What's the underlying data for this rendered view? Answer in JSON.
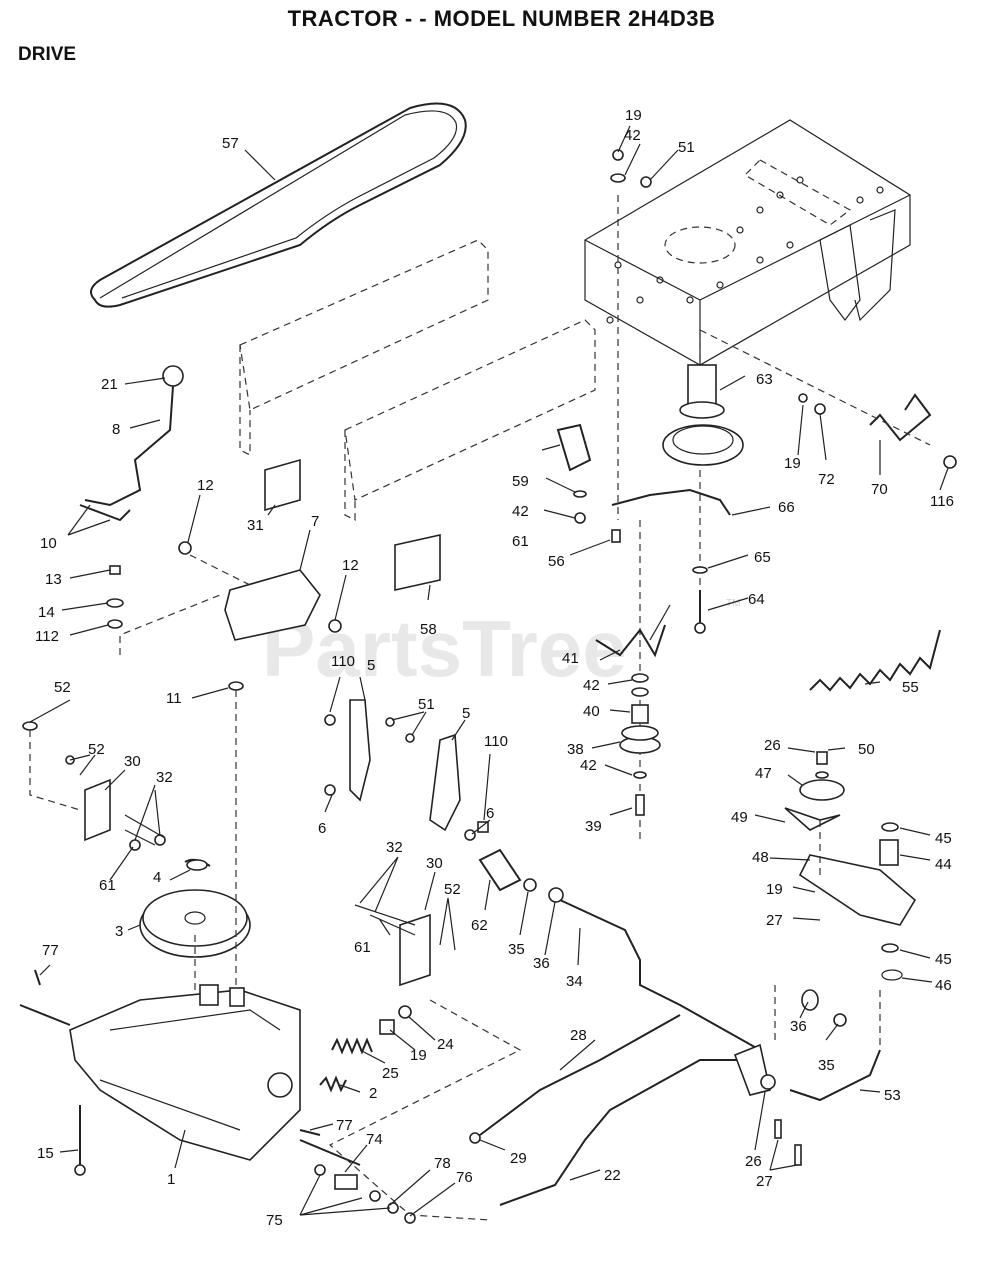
{
  "header": {
    "title": "TRACTOR - - MODEL NUMBER 2H4D3B",
    "section": "DRIVE"
  },
  "watermark": {
    "brand": "PartsTree",
    "trademark": "TM"
  },
  "callouts": {
    "c1": "1",
    "c2": "2",
    "c3": "3",
    "c4": "4",
    "c5a": "5",
    "c5b": "5",
    "c6a": "6",
    "c6b": "6",
    "c7": "7",
    "c8": "8",
    "c10": "10",
    "c11": "11",
    "c12a": "12",
    "c12b": "12",
    "c13": "13",
    "c14": "14",
    "c15": "15",
    "c19a": "19",
    "c19b": "19",
    "c19c": "19",
    "c19d": "19",
    "c21": "21",
    "c22": "22",
    "c24": "24",
    "c25": "25",
    "c26a": "26",
    "c26b": "26",
    "c27a": "27",
    "c27b": "27",
    "c28": "28",
    "c29": "29",
    "c30a": "30",
    "c30b": "30",
    "c31": "31",
    "c32a": "32",
    "c32b": "32",
    "c34": "34",
    "c35a": "35",
    "c35b": "35",
    "c36a": "36",
    "c36b": "36",
    "c38": "38",
    "c39": "39",
    "c40": "40",
    "c41": "41",
    "c42a": "42",
    "c42b": "42",
    "c42c": "42",
    "c42d": "42",
    "c44": "44",
    "c45a": "45",
    "c45b": "45",
    "c46": "46",
    "c47": "47",
    "c48": "48",
    "c49": "49",
    "c50": "50",
    "c51a": "51",
    "c51b": "51",
    "c52a": "52",
    "c52b": "52",
    "c52c": "52",
    "c53": "53",
    "c55": "55",
    "c56": "56",
    "c57": "57",
    "c58": "58",
    "c59": "59",
    "c61a": "61",
    "c61b": "61",
    "c61c": "61",
    "c62": "62",
    "c63": "63",
    "c64": "64",
    "c65": "65",
    "c66": "66",
    "c70": "70",
    "c72": "72",
    "c74": "74",
    "c75": "75",
    "c76": "76",
    "c77a": "77",
    "c77b": "77",
    "c78": "78",
    "c110a": "110",
    "c110b": "110",
    "c112": "112",
    "c116": "116"
  }
}
